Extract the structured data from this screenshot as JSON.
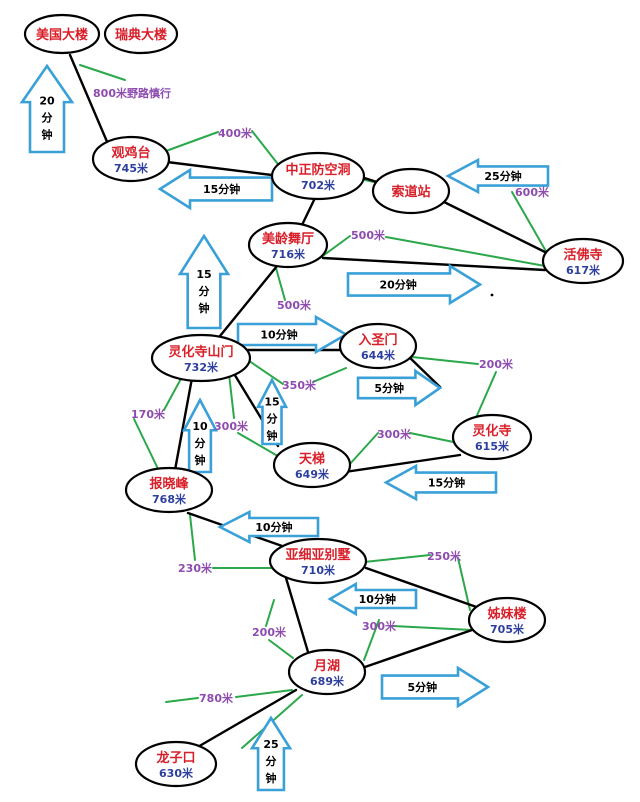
{
  "colors": {
    "trail": "#000000",
    "leader": "#2aa84a",
    "node_name": "#d9202a",
    "node_altitude": "#2d3f9e",
    "distance": "#8e4bb0",
    "arrow": "#3aa0d8"
  },
  "nodes": [
    {
      "id": "meiguo",
      "name": "美国大楼",
      "altitude": ""
    },
    {
      "id": "ruidian",
      "name": "瑞典大楼",
      "altitude": ""
    },
    {
      "id": "guanjitai",
      "name": "观鸡台",
      "altitude": "745米"
    },
    {
      "id": "zhongzheng",
      "name": "中正防空洞",
      "altitude": "702米"
    },
    {
      "id": "suodao",
      "name": "索道站",
      "altitude": ""
    },
    {
      "id": "huofo",
      "name": "活佛寺",
      "altitude": "617米"
    },
    {
      "id": "meiling",
      "name": "美龄舞厅",
      "altitude": "716米"
    },
    {
      "id": "linghua_sm",
      "name": "灵化寺山门",
      "altitude": "732米"
    },
    {
      "id": "rushengmen",
      "name": "入圣门",
      "altitude": "644米"
    },
    {
      "id": "linghua",
      "name": "灵化寺",
      "altitude": "615米"
    },
    {
      "id": "tianti",
      "name": "天梯",
      "altitude": "649米"
    },
    {
      "id": "baoxiao",
      "name": "报晓峰",
      "altitude": "768米"
    },
    {
      "id": "yaxiya",
      "name": "亚细亚别墅",
      "altitude": "710米"
    },
    {
      "id": "jiemei",
      "name": "姊妹楼",
      "altitude": "705米"
    },
    {
      "id": "yuehu",
      "name": "月湖",
      "altitude": "689米"
    },
    {
      "id": "longzikou",
      "name": "龙子口",
      "altitude": "630米"
    }
  ],
  "distances": [
    {
      "id": "d_meiguo_guanjitai",
      "text": "800米野路慎行"
    },
    {
      "id": "d_guanjitai_zz",
      "text": "400米"
    },
    {
      "id": "d_suodao_huofo",
      "text": "600米"
    },
    {
      "id": "d_meiling_huofo",
      "text": "500米"
    },
    {
      "id": "d_meiling_lsm",
      "text": "500米"
    },
    {
      "id": "d_lsm_rsm",
      "text": "350米"
    },
    {
      "id": "d_rsm_linghua",
      "text": "200米"
    },
    {
      "id": "d_lsm_bx",
      "text": "170米"
    },
    {
      "id": "d_lsm_tianti",
      "text": "300米"
    },
    {
      "id": "d_tianti_linghua",
      "text": "300米"
    },
    {
      "id": "d_bx_yxy",
      "text": "230米"
    },
    {
      "id": "d_yxy_jm",
      "text": "250米"
    },
    {
      "id": "d_yxy_yh",
      "text": "200米"
    },
    {
      "id": "d_yh_jm",
      "text": "300米"
    },
    {
      "id": "d_yh_lzk",
      "text": "780米"
    }
  ],
  "times": [
    {
      "id": "t_up_meiguo",
      "lines": [
        "20",
        "分",
        "钟"
      ]
    },
    {
      "id": "t_left_guanji",
      "lines": [
        "15分钟"
      ]
    },
    {
      "id": "t_left_suodao",
      "lines": [
        "25分钟"
      ]
    },
    {
      "id": "t_up_meiling",
      "lines": [
        "15",
        "分",
        "钟"
      ]
    },
    {
      "id": "t_right_huofo",
      "lines": [
        "20分钟"
      ]
    },
    {
      "id": "t_right_rsm",
      "lines": [
        "10分钟"
      ]
    },
    {
      "id": "t_right_5min",
      "lines": [
        "5分钟"
      ]
    },
    {
      "id": "t_up_15",
      "lines": [
        "15",
        "分",
        "钟"
      ]
    },
    {
      "id": "t_up_10",
      "lines": [
        "10",
        "分",
        "钟"
      ]
    },
    {
      "id": "t_left_linghua",
      "lines": [
        "15分钟"
      ]
    },
    {
      "id": "t_left_bx",
      "lines": [
        "10分钟"
      ]
    },
    {
      "id": "t_left_jm",
      "lines": [
        "10分钟"
      ]
    },
    {
      "id": "t_right_yh",
      "lines": [
        "5分钟"
      ]
    },
    {
      "id": "t_up_lzk",
      "lines": [
        "25",
        "分",
        "钟"
      ]
    }
  ]
}
